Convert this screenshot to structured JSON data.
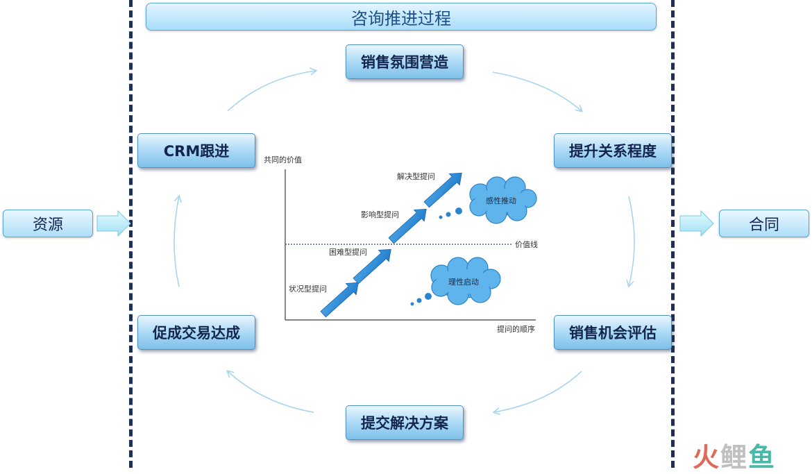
{
  "title": "咨询推进过程",
  "stages": {
    "top": "销售氛围营造",
    "right_upper": "提升关系程度",
    "right_lower": "销售机会评估",
    "bottom": "提交解决方案",
    "left_lower": "促成交易达成",
    "left_upper": "CRM跟进"
  },
  "input_label": "资源",
  "output_label": "合同",
  "chart": {
    "y_axis_label": "共同的价值",
    "x_axis_label": "提问的顺序",
    "value_line_label": "价值线",
    "steps": [
      "状况型提问",
      "困难型提问",
      "影响型提问",
      "解决型提问"
    ],
    "clouds": [
      "感性推动",
      "理性启动"
    ]
  },
  "logo": {
    "part1": "火",
    "part2": "鲤",
    "part3": "鱼"
  }
}
